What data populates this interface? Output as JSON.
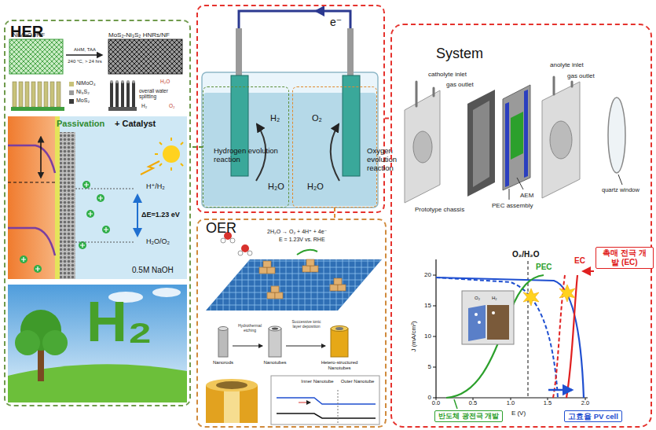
{
  "diagram": {
    "nodes": [
      {
        "text": [
          "HER"
        ]
      },
      {
        "text": [
          "e⁻"
        ]
      },
      {
        "text": [
          "Hydrogen evolution reaction",
          "H₂",
          "H₂O"
        ],
        "in": 1
      },
      {
        "text": [
          "Oxygen evolution reaction",
          "O₂",
          "H₂O"
        ],
        "in": 1
      },
      {
        "text": [
          "System"
        ]
      },
      {
        "text": [
          "촉매 전극 개발 (EC)"
        ],
        "in": 4
      },
      {
        "text": [
          "반도체 광전극 개발"
        ],
        "in": 4
      },
      {
        "text": [
          "고효율 PV cell"
        ],
        "in": 4
      },
      {
        "text": [
          "OER"
        ]
      }
    ],
    "edges": [
      {
        "from": 2,
        "to": 0,
        "arrow": "none"
      },
      {
        "from": 3,
        "to": 8,
        "arrow": "none"
      },
      {
        "from": 1,
        "to": 4,
        "arrow": "none"
      }
    ],
    "labels": [
      "NiMoO₄/NF",
      "MoS₂-Ni₃S₂ HNRs/NF",
      "AHM, TAA",
      "240 °C, > 24 hrs",
      "overall water splitting",
      "H₂O",
      "H₂",
      "O₂",
      "Passivation",
      "+ Catalyst",
      "H⁺/H₂",
      "ΔE=1.23 eV",
      "H₂O/O₂",
      "0.5M NaOH",
      "H₂",
      "2H₂O → O₂ + 4H⁺ + 4e⁻",
      "E = 1.23V vs. RHE",
      "Nanorods",
      "Hydrothermal etching",
      "Nanotubes",
      "Successive ionic layer deposition",
      "Hetero-structured Nanotubes",
      "Inner Nanotube",
      "Outer Nanotube",
      "catholyte inlet",
      "gas outlet",
      "anolyte inlet",
      "gas outlet",
      "AEM",
      "PEC assembly",
      "Prototype chassis",
      "quartz window",
      "O₂/H₂O",
      "PEC",
      "EC",
      "J (mA/cm²)",
      "0",
      "5",
      "10",
      "15",
      "20",
      "0.0",
      "0.5",
      "1.0",
      "1.5",
      "2.0",
      "E (V)",
      "O₂",
      "H₂"
    ],
    "legend": [
      {
        "text": "NiMoO₄",
        "color": "#c8c27a"
      },
      {
        "text": "Ni₃S₂",
        "color": "#9a9a9a"
      },
      {
        "text": "MoS₂",
        "color": "#3a3a3a"
      }
    ]
  }
}
